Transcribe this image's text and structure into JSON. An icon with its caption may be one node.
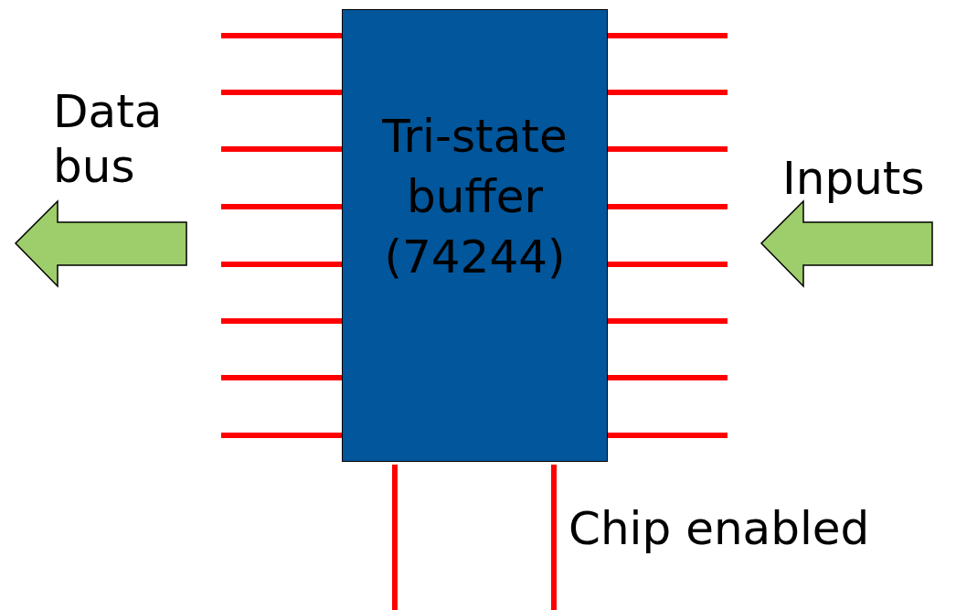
{
  "diagram": {
    "nodes": [
      {
        "text": [
          "Tri-state buffer (74244)"
        ]
      }
    ],
    "labels": [
      "Data bus",
      "Inputs",
      "Chip enabled"
    ]
  }
}
